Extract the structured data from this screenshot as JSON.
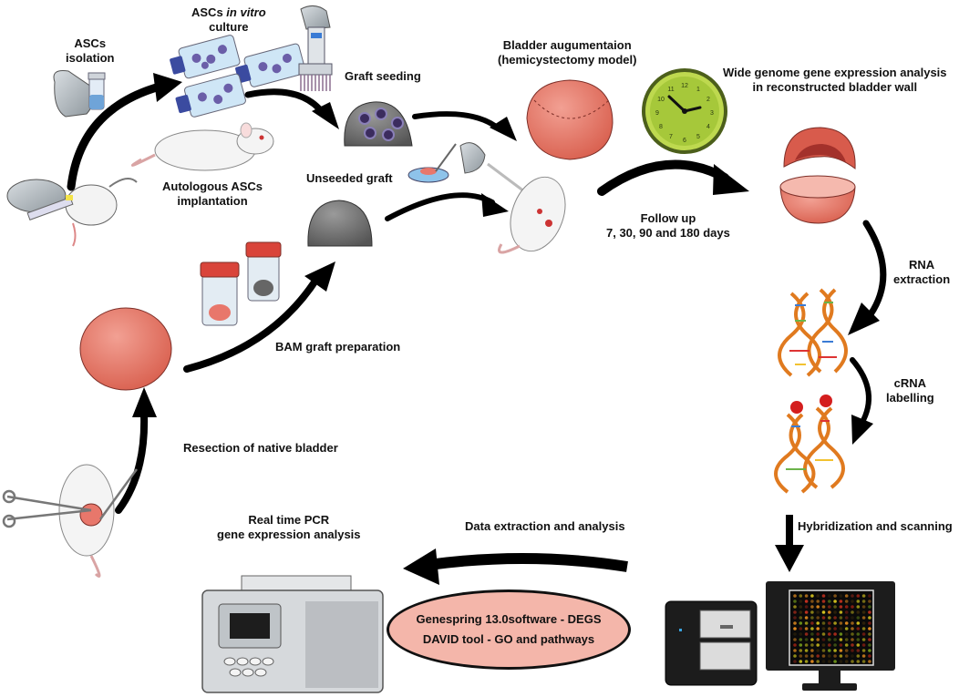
{
  "labels": {
    "ascs_isolation": [
      "ASCs",
      "isolation"
    ],
    "ascs_culture": {
      "prefix": "ASCs ",
      "italic": "in vitro",
      "line2": "culture"
    },
    "graft_seeding": "Graft seeding",
    "bladder_augmentation": [
      "Bladder augumentaion",
      "(hemicystectomy model)"
    ],
    "wide_genome": [
      "Wide genome gene expression analysis",
      "in reconstructed bladder wall"
    ],
    "autologous_implantation": [
      "Autologous ASCs",
      "implantation"
    ],
    "unseeded_graft": "Unseeded graft",
    "follow_up": [
      "Follow up",
      "7, 30, 90 and 180 days"
    ],
    "rna_extraction": [
      "RNA",
      "extraction"
    ],
    "bam_graft_preparation": "BAM graft preparation",
    "crna_labelling": [
      "cRNA",
      "labelling"
    ],
    "resection": "Resection of native bladder",
    "real_time_pcr": [
      "Real time PCR",
      "gene expression analysis"
    ],
    "data_extraction": "Data extraction and  analysis",
    "hybridization": "Hybridization and scanning"
  },
  "oval": {
    "line1": "Genespring 13.0software - DEGS",
    "line2": "DAVID tool - GO and pathways"
  },
  "clock_numerals": [
    "12",
    "1",
    "2",
    "3",
    "4",
    "5",
    "6",
    "7",
    "8",
    "9",
    "10",
    "11"
  ],
  "colors": {
    "bladder": "#e8776b",
    "graft_gray": "#7d7d7d",
    "clock_face": "#a6c83a",
    "dna_orange": "#e07a1f",
    "oval_fill": "#f4b6aa",
    "arrow": "#000000"
  }
}
